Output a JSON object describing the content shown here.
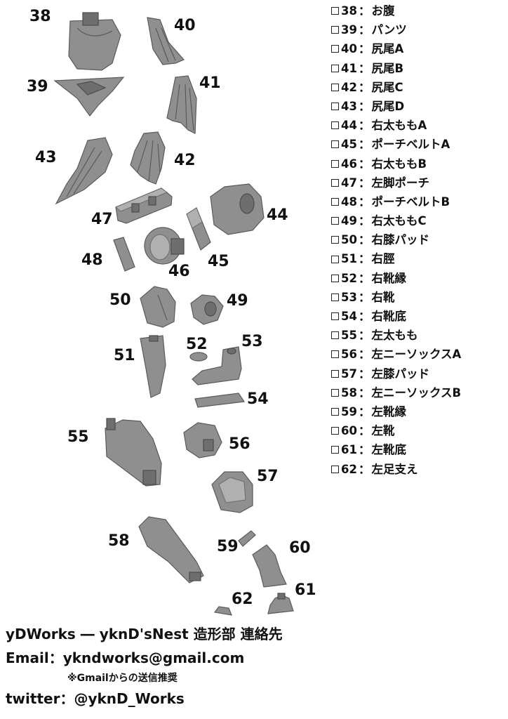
{
  "checklist": [
    {
      "num": "38",
      "name": "お腹"
    },
    {
      "num": "39",
      "name": "パンツ"
    },
    {
      "num": "40",
      "name": "尻尾A"
    },
    {
      "num": "41",
      "name": "尻尾B"
    },
    {
      "num": "42",
      "name": "尻尾C"
    },
    {
      "num": "43",
      "name": "尻尾D"
    },
    {
      "num": "44",
      "name": "右太ももA"
    },
    {
      "num": "45",
      "name": "ポーチベルトA"
    },
    {
      "num": "46",
      "name": "右太ももB"
    },
    {
      "num": "47",
      "name": "左脚ポーチ"
    },
    {
      "num": "48",
      "name": "ポーチベルトB"
    },
    {
      "num": "49",
      "name": "右太ももC"
    },
    {
      "num": "50",
      "name": "右膝パッド"
    },
    {
      "num": "51",
      "name": "右脛"
    },
    {
      "num": "52",
      "name": "右靴縁"
    },
    {
      "num": "53",
      "name": "右靴"
    },
    {
      "num": "54",
      "name": "右靴底"
    },
    {
      "num": "55",
      "name": "左太もも"
    },
    {
      "num": "56",
      "name": "左ニーソックスA"
    },
    {
      "num": "57",
      "name": "左膝パッド"
    },
    {
      "num": "58",
      "name": "左ニーソックスB"
    },
    {
      "num": "59",
      "name": "左靴縁"
    },
    {
      "num": "60",
      "name": "左靴"
    },
    {
      "num": "61",
      "name": "左靴底"
    },
    {
      "num": "62",
      "name": "左足支え"
    }
  ],
  "checkbox_symbol": "□",
  "separator": "：",
  "footer": {
    "line1": "yDWorks ― yknD'sNest 造形部  連絡先",
    "email": "Email：ykndworks@gmail.com",
    "note": "※Gmailからの送信推奨",
    "twitter": "twitter：@yknD_Works"
  },
  "colors": {
    "part_fill": "#8f8f8f",
    "part_stroke": "#5a5a5a",
    "text": "#111111"
  }
}
